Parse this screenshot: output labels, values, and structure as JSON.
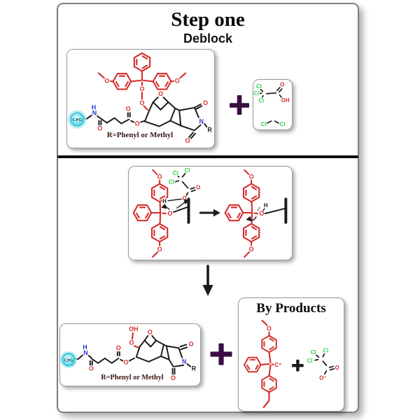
{
  "header": {
    "title": "Step one",
    "subtitle": "Deblock"
  },
  "captions": {
    "r_group": "R=Phenyl or Methyl",
    "byproducts_title": "By Products"
  },
  "labels": {
    "O": "O",
    "OH": "OH",
    "Cl": "Cl",
    "N": "N",
    "H": "H",
    "R": "R",
    "C_plus": "C⁺",
    "O_minus": "O⁻",
    "CPG": "CPG",
    "plus": "+"
  },
  "colors": {
    "structure_red": "#d42a2a",
    "chlorine_green": "#2fd14a",
    "nitrogen_blue": "#2a35cf",
    "bond_black": "#1a1a1a",
    "plus_purple": "#3a0d42",
    "cpg_cyan": "#62dcea",
    "caption_maroon": "#3c1414",
    "frame_border": "#7d7d7d"
  }
}
